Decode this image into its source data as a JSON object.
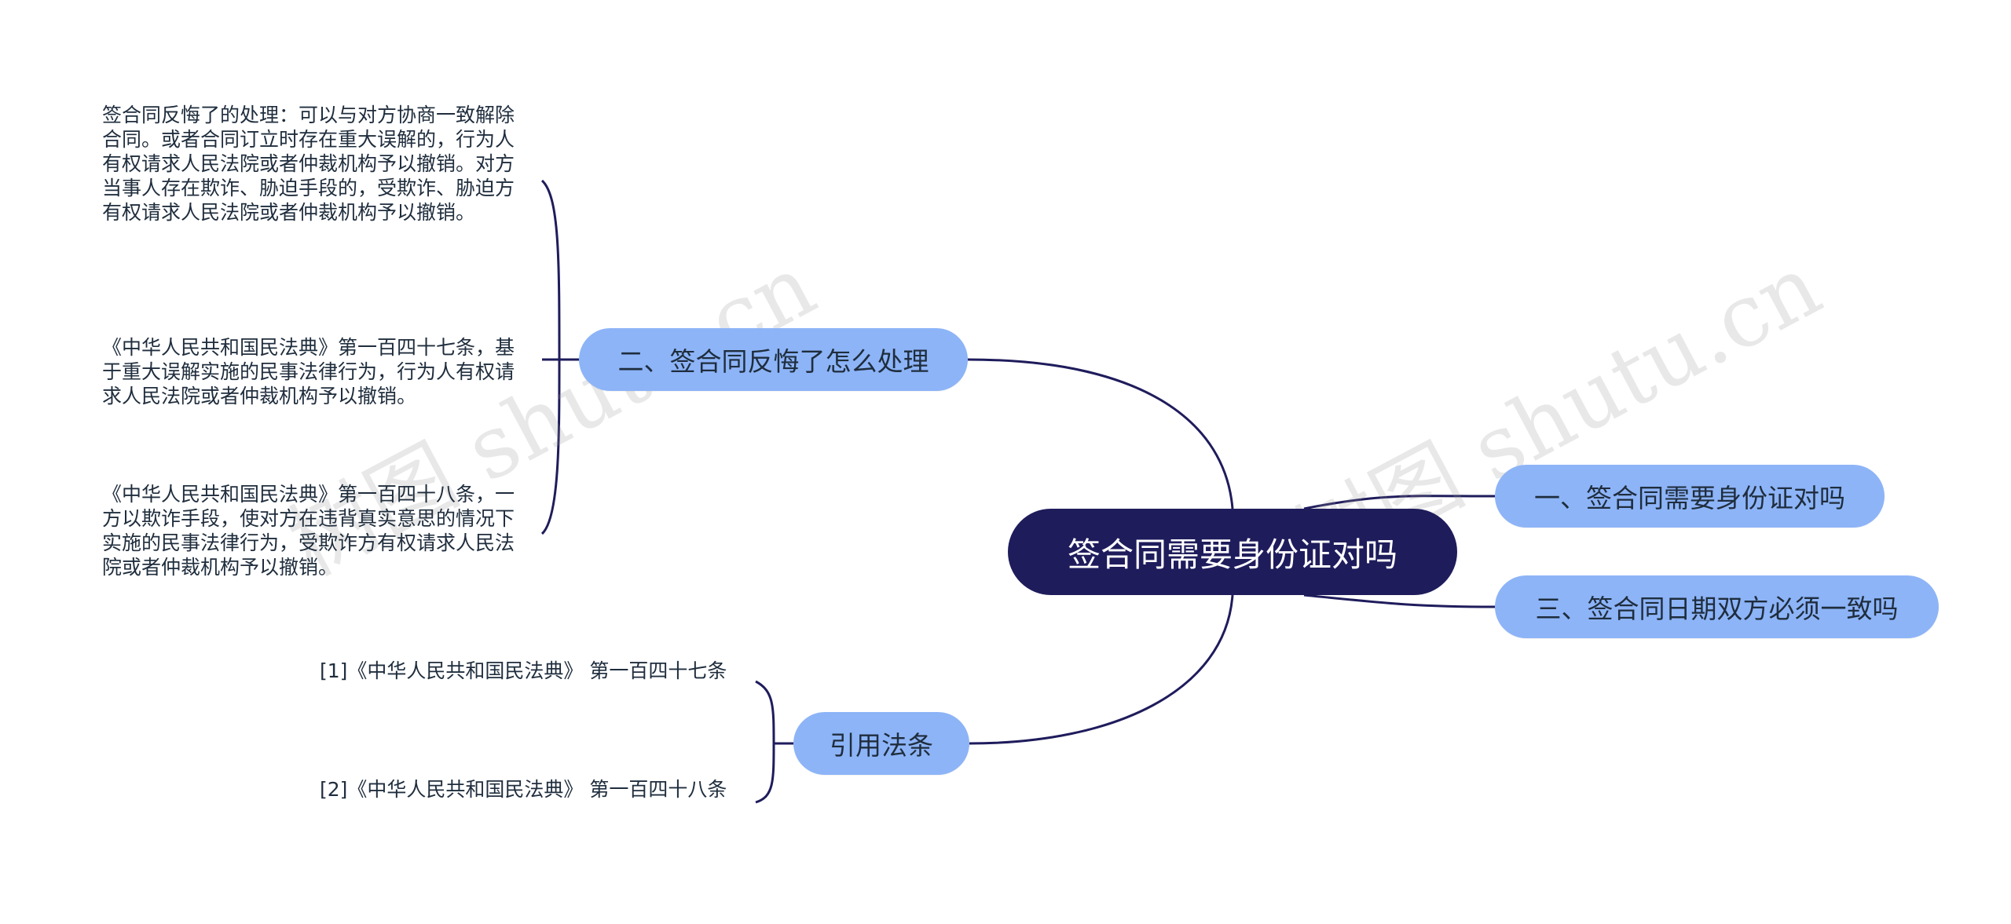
{
  "center": {
    "label": "签合同需要身份证对吗"
  },
  "topics": [
    {
      "id": "t1",
      "label": "一、签合同需要身份证对吗"
    },
    {
      "id": "t3",
      "label": "三、签合同日期双方必须一致吗"
    },
    {
      "id": "t2",
      "label": "二、签合同反悔了怎么处理"
    },
    {
      "id": "tr",
      "label": "引用法条"
    }
  ],
  "t2_leaves": [
    "签合同反悔了的处理：可以与对方协商一致解除合同。或者合同订立时存在重大误解的，行为人有权请求人民法院或者仲裁机构予以撤销。对方当事人存在欺诈、胁迫手段的，受欺诈、胁迫方有权请求人民法院或者仲裁机构予以撤销。",
    "《中华人民共和国民法典》第一百四十七条，基于重大误解实施的民事法律行为，行为人有权请求人民法院或者仲裁机构予以撤销。",
    "《中华人民共和国民法典》第一百四十八条，一方以欺诈手段，使对方在违背真实意思的情况下实施的民事法律行为，受欺诈方有权请求人民法院或者仲裁机构予以撤销。"
  ],
  "ref_leaves": [
    "[1]《中华人民共和国民法典》 第一百四十七条",
    "[2]《中华人民共和国民法典》 第一百四十八条"
  ],
  "watermark": "树图 shutu.cn",
  "colors": {
    "center": "#1f1c5c",
    "topic": "#8db4f7",
    "line": "#1f1c5c"
  }
}
